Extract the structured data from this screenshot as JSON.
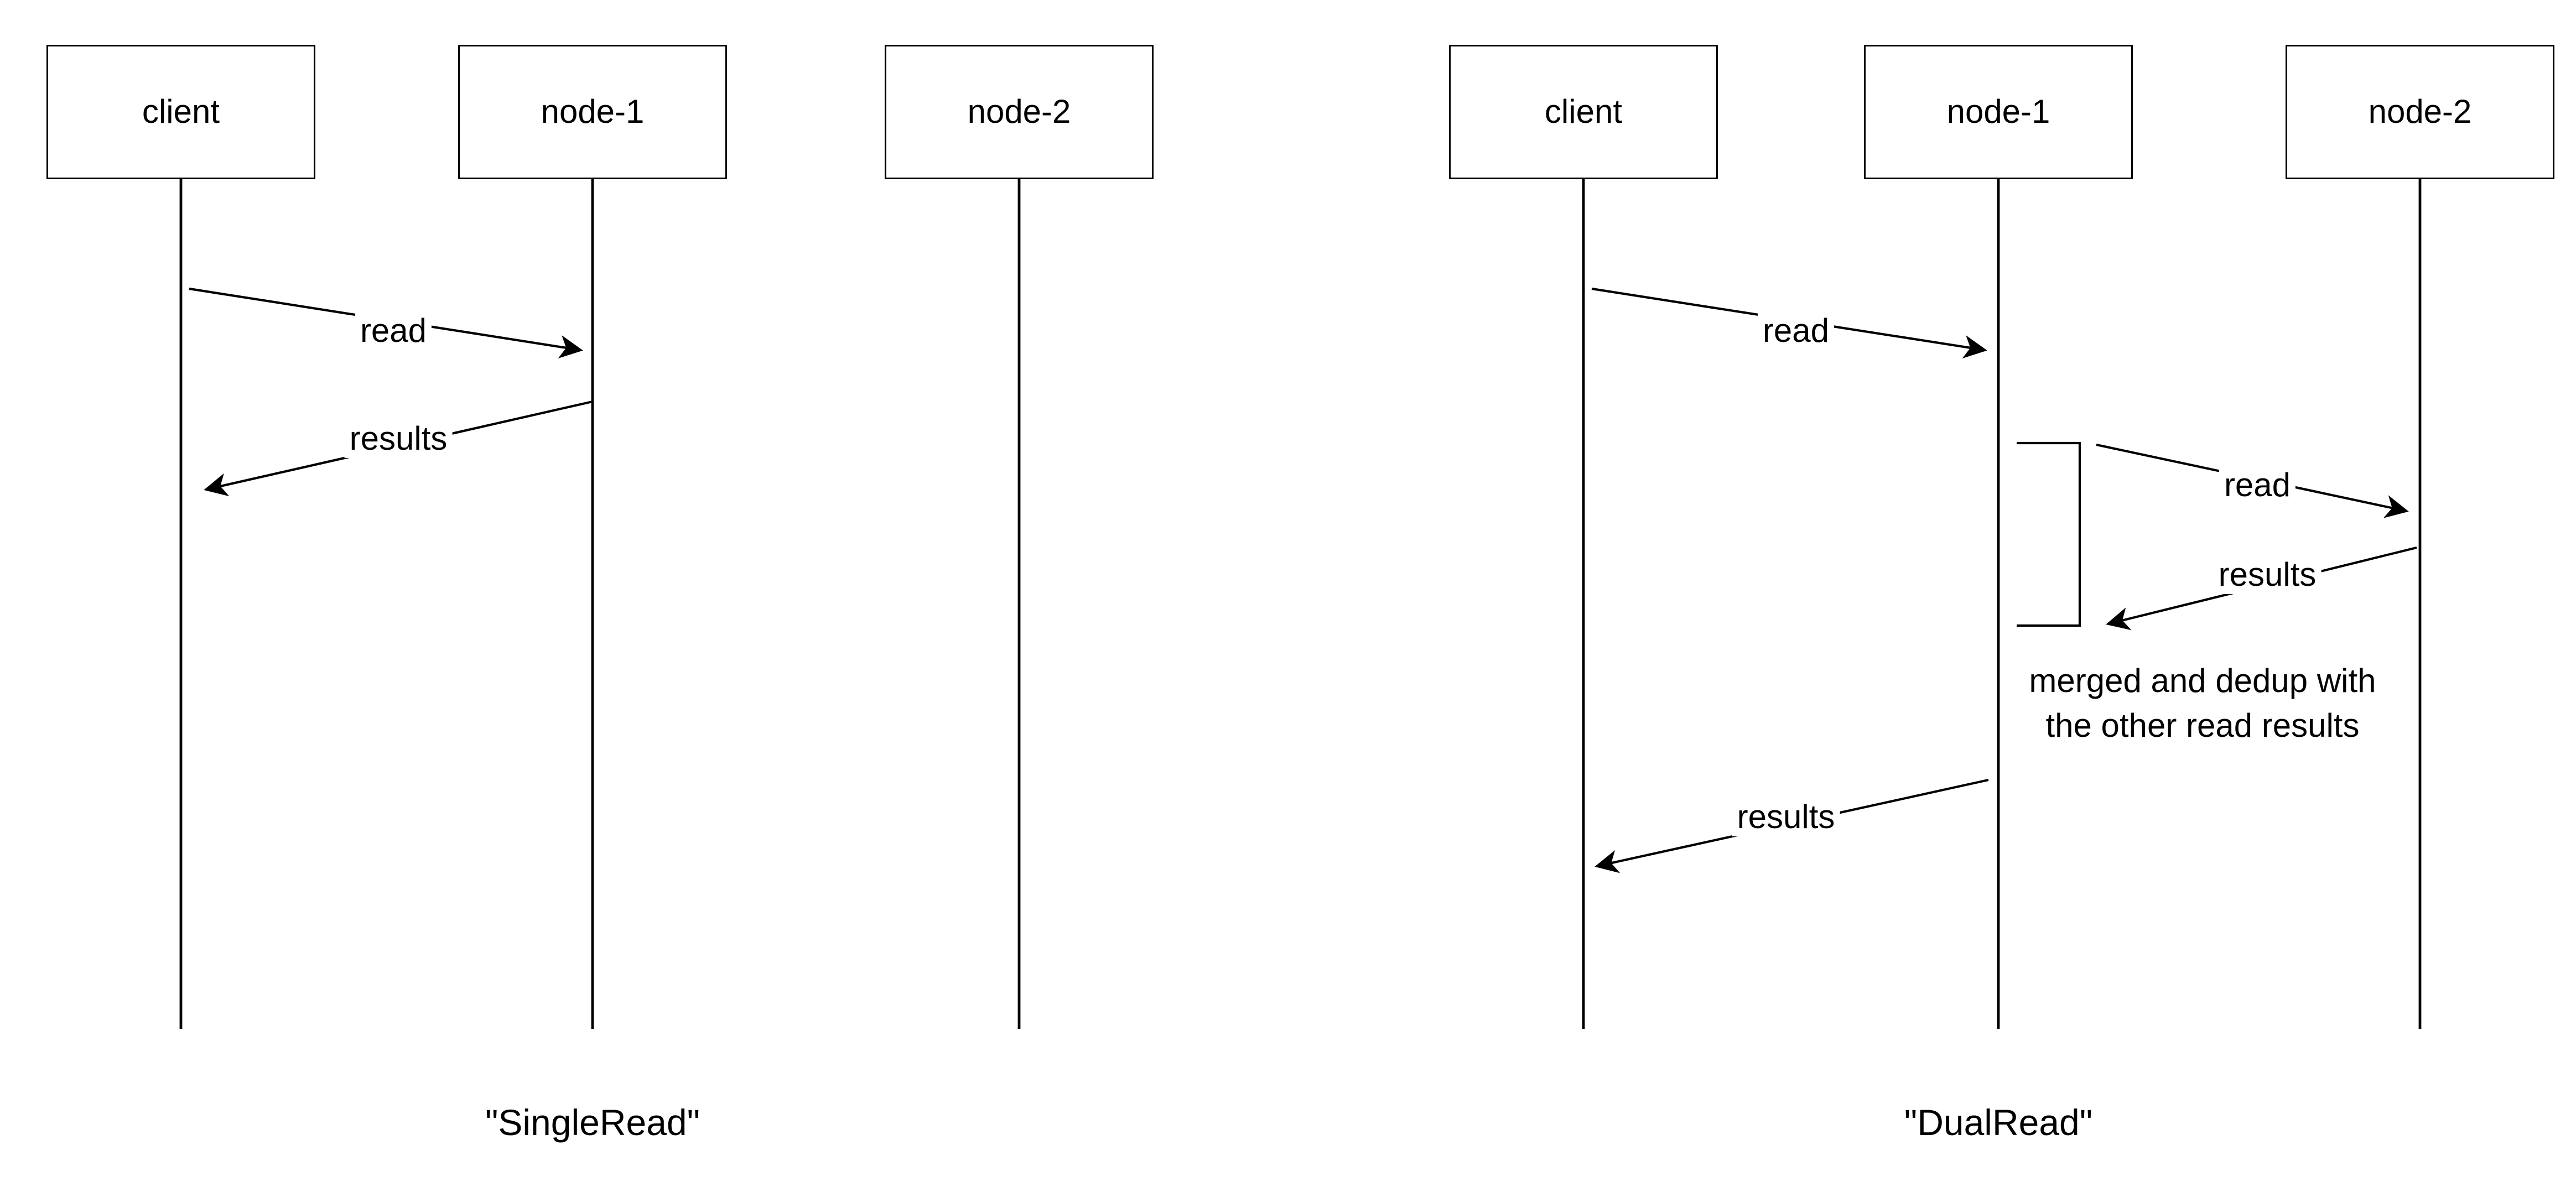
{
  "colors": {
    "line": "#000000",
    "background": "#ffffff",
    "text": "#000000"
  },
  "diagrams": [
    {
      "caption": "\"SingleRead\"",
      "actors": [
        {
          "label": "client"
        },
        {
          "label": "node-1"
        },
        {
          "label": "node-2"
        }
      ],
      "messages": [
        {
          "label": "read",
          "from": "client",
          "to": "node-1"
        },
        {
          "label": "results",
          "from": "node-1",
          "to": "client"
        }
      ]
    },
    {
      "caption": "\"DualRead\"",
      "actors": [
        {
          "label": "client"
        },
        {
          "label": "node-1"
        },
        {
          "label": "node-2"
        }
      ],
      "messages": [
        {
          "label": "read",
          "from": "client",
          "to": "node-1"
        },
        {
          "label": "read",
          "from": "node-1",
          "to": "node-2"
        },
        {
          "label": "results",
          "from": "node-2",
          "to": "node-1"
        },
        {
          "label": "results",
          "from": "node-1",
          "to": "client"
        }
      ],
      "note_lines": [
        "merged and dedup with",
        "the other read results"
      ]
    }
  ]
}
